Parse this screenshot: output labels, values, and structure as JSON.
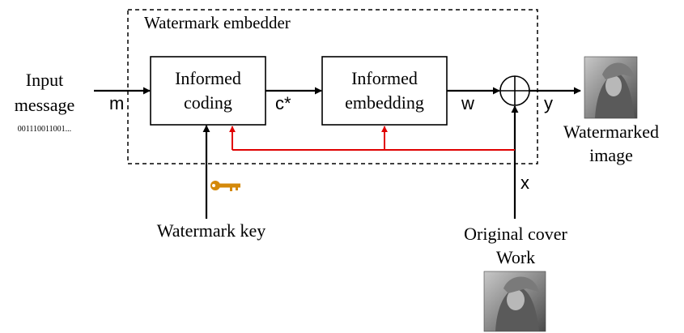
{
  "embedder_label": "Watermark embedder",
  "input": {
    "line1": "Input",
    "line2": "message",
    "bits": "001110011001..."
  },
  "blocks": {
    "coding": {
      "line1": "Informed",
      "line2": "coding"
    },
    "embedding": {
      "line1": "Informed",
      "line2": "embedding"
    }
  },
  "signals": {
    "m": "m",
    "c": "c*",
    "w": "w",
    "y": "y",
    "x": "x"
  },
  "key_label": "Watermark key",
  "output": {
    "line1": "Watermarked",
    "line2": "image"
  },
  "cover": {
    "line1": "Original cover",
    "line2": "Work"
  },
  "colors": {
    "feedback": "#e00000",
    "key": "#d4890a"
  },
  "icons": {
    "adder": "circle-plus-icon",
    "key": "key-icon",
    "image": "portrait-photo-icon"
  }
}
